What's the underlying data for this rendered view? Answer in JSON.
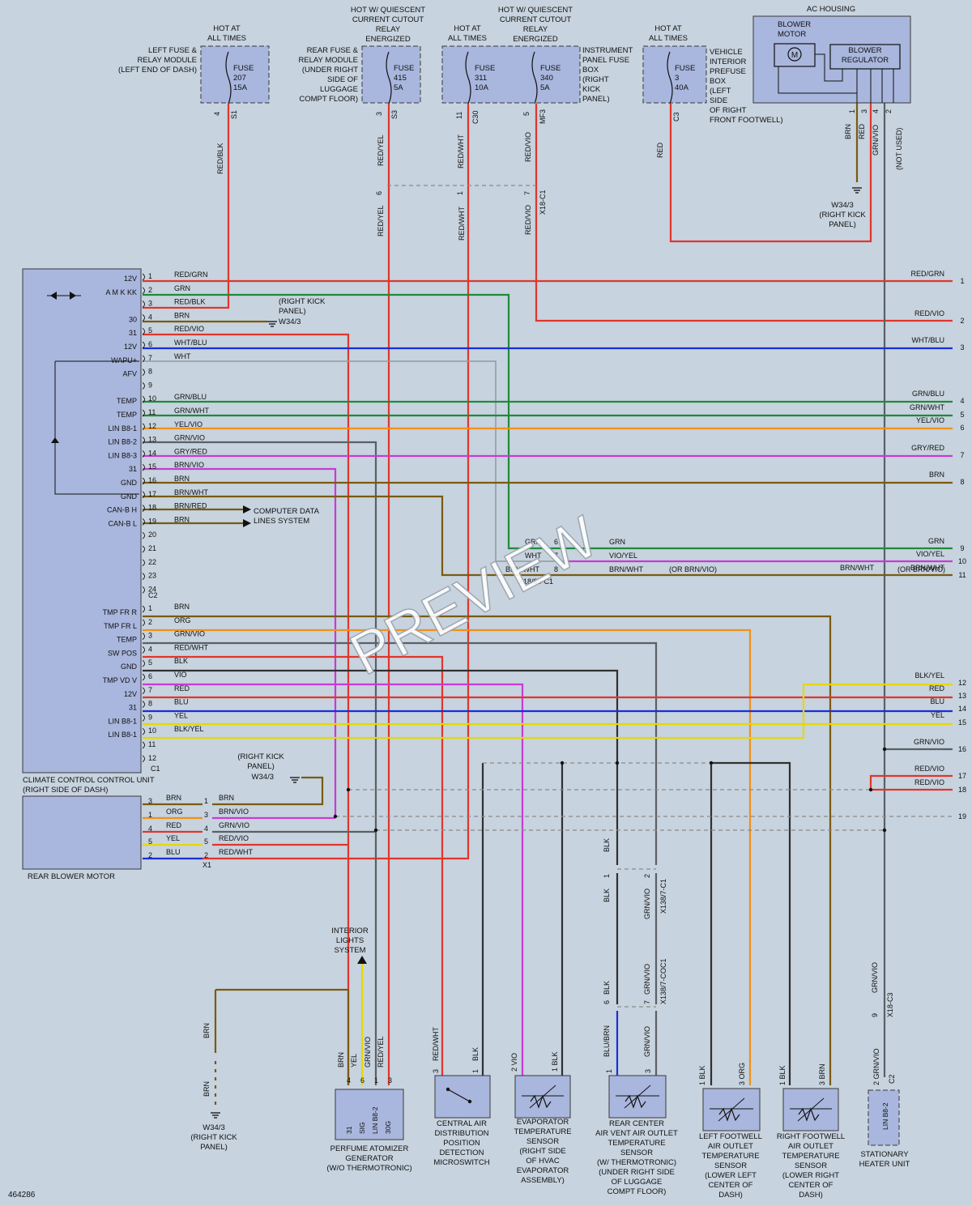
{
  "diagram_id": "464286",
  "watermark": "PREVIEW",
  "colors": {
    "background": "#c7d3de",
    "box_fill": "#a9b6dd",
    "box_stroke": "#3a3a3a",
    "wire_red": "#e0362c",
    "wire_green": "#1f8a3a",
    "wire_brown": "#7a5a12",
    "wire_blue": "#1b2fd6",
    "wire_yellow": "#e6d800",
    "wire_violet": "#c83ad6",
    "wire_orange": "#f0901a",
    "wire_white": "#ffffff",
    "wire_gray": "#8f99a3",
    "wire_black": "#303030",
    "wire_darkgray": "#5a6066"
  },
  "power_sources": [
    {
      "id": "ps1",
      "heading": [
        "HOT AT",
        "ALL TIMES"
      ]
    },
    {
      "id": "ps2",
      "heading": [
        "HOT W/ QUIESCENT",
        "CURRENT CUTOUT",
        "RELAY",
        "ENERGIZED"
      ]
    },
    {
      "id": "ps3",
      "heading": [
        "HOT AT",
        "ALL TIMES"
      ]
    },
    {
      "id": "ps4",
      "heading": [
        "HOT W/ QUIESCENT",
        "CURRENT CUTOUT",
        "RELAY",
        "ENERGIZED"
      ]
    },
    {
      "id": "ps5",
      "heading": [
        "HOT AT",
        "ALL TIMES"
      ]
    }
  ],
  "fuse_boxes": [
    {
      "id": "fb1",
      "desc": [
        "LEFT FUSE &",
        "RELAY MODULE",
        "(LEFT END OF DASH)"
      ],
      "fuses": [
        {
          "name": "FUSE",
          "num": "207",
          "amp": "15A"
        }
      ],
      "pin": "4",
      "conn": "S1",
      "wire": "RED/BLK"
    },
    {
      "id": "fb2",
      "desc": [
        "REAR FUSE &",
        "RELAY MODULE",
        "(UNDER RIGHT",
        "SIDE OF",
        "LUGGAGE",
        "COMPT FLOOR)"
      ],
      "fuses": [
        {
          "name": "FUSE",
          "num": "415",
          "amp": "5A"
        }
      ],
      "pin": "3",
      "conn": "S3",
      "wire": "RED/YEL"
    },
    {
      "id": "fb3",
      "desc": [
        "INSTRUMENT",
        "PANEL FUSE",
        "BOX",
        "(RIGHT",
        "KICK",
        "PANEL)"
      ],
      "fuses": [
        {
          "name": "FUSE",
          "num": "311",
          "amp": "10A",
          "pin": "11",
          "conn": "C30",
          "wire": "RED/WHT"
        },
        {
          "name": "FUSE",
          "num": "340",
          "amp": "5A",
          "pin": "5",
          "conn": "MF3",
          "wire": "RED/VIO"
        }
      ]
    },
    {
      "id": "fb4",
      "desc": [
        "VEHICLE",
        "INTERIOR",
        "PREFUSE",
        "BOX",
        "(LEFT",
        "SIDE",
        "OF RIGHT",
        "FRONT FOOTWELL)"
      ],
      "fuses": [
        {
          "name": "FUSE",
          "num": "3",
          "amp": "40A"
        }
      ],
      "pin": "",
      "conn": "C3",
      "wire": "RED"
    }
  ],
  "mid_connector": {
    "pins": [
      "6",
      "1",
      "7"
    ],
    "conn": "X18-C1",
    "wires": [
      "RED/YEL",
      "RED/WHT",
      "RED/VIO"
    ]
  },
  "ac_housing": {
    "title": "AC HOUSING",
    "blower_motor": [
      "BLOWER",
      "MOTOR"
    ],
    "motor_symbol": "M",
    "blower_regulator": [
      "BLOWER",
      "REGULATOR"
    ],
    "pins": [
      "1",
      "3",
      "4",
      "2"
    ],
    "wires": [
      "BRN",
      "RED",
      "GRN/VIO",
      "(NOT USED)"
    ],
    "ground": [
      "W34/3",
      "(RIGHT KICK",
      "PANEL)"
    ]
  },
  "ccu": {
    "name": [
      "CLIMATE CONTROL CONTROL UNIT",
      "(RIGHT SIDE OF DASH)"
    ],
    "c2_conn": "C2",
    "c1_conn": "C1",
    "c2_pins": [
      {
        "pin": "1",
        "label": "12V",
        "wire": "RED/GRN"
      },
      {
        "pin": "2",
        "label": "A M K KK",
        "wire": "GRN"
      },
      {
        "pin": "3",
        "label": "",
        "wire": "RED/BLK"
      },
      {
        "pin": "4",
        "label": "30",
        "wire": "BRN"
      },
      {
        "pin": "5",
        "label": "31",
        "wire": "RED/VIO"
      },
      {
        "pin": "6",
        "label": "12V",
        "wire": "WHT/BLU"
      },
      {
        "pin": "7",
        "label": "WAPU+",
        "wire": "WHT"
      },
      {
        "pin": "8",
        "label": "AFV",
        "wire": ""
      },
      {
        "pin": "9",
        "label": "",
        "wire": ""
      },
      {
        "pin": "10",
        "label": "TEMP",
        "wire": "GRN/BLU"
      },
      {
        "pin": "11",
        "label": "TEMP",
        "wire": "GRN/WHT"
      },
      {
        "pin": "12",
        "label": "LIN B8-1",
        "wire": "YEL/VIO"
      },
      {
        "pin": "13",
        "label": "LIN B8-2",
        "wire": "GRN/VIO"
      },
      {
        "pin": "14",
        "label": "LIN B8-3",
        "wire": "GRY/RED"
      },
      {
        "pin": "15",
        "label": "31",
        "wire": "BRN/VIO"
      },
      {
        "pin": "16",
        "label": "GND",
        "wire": "BRN"
      },
      {
        "pin": "17",
        "label": "GND",
        "wire": "BRN/WHT"
      },
      {
        "pin": "18",
        "label": "CAN-B H",
        "wire": "BRN/RED"
      },
      {
        "pin": "19",
        "label": "CAN-B L",
        "wire": "BRN"
      },
      {
        "pin": "20",
        "label": "",
        "wire": ""
      },
      {
        "pin": "21",
        "label": "",
        "wire": ""
      },
      {
        "pin": "22",
        "label": "",
        "wire": ""
      },
      {
        "pin": "23",
        "label": "",
        "wire": ""
      },
      {
        "pin": "24",
        "label": "",
        "wire": ""
      }
    ],
    "c1_pins": [
      {
        "pin": "1",
        "label": "TMP FR R",
        "wire": "BRN"
      },
      {
        "pin": "2",
        "label": "TMP FR L",
        "wire": "ORG"
      },
      {
        "pin": "3",
        "label": "TEMP",
        "wire": "GRN/VIO"
      },
      {
        "pin": "4",
        "label": "SW POS",
        "wire": "RED/WHT"
      },
      {
        "pin": "5",
        "label": "GND",
        "wire": "BLK"
      },
      {
        "pin": "6",
        "label": "TMP VD V",
        "wire": "VIO"
      },
      {
        "pin": "7",
        "label": "12V",
        "wire": "RED"
      },
      {
        "pin": "8",
        "label": "31",
        "wire": "BLU"
      },
      {
        "pin": "9",
        "label": "LIN B8-1",
        "wire": "YEL"
      },
      {
        "pin": "10",
        "label": "LIN B8-1",
        "wire": "BLK/YEL"
      },
      {
        "pin": "11",
        "label": "",
        "wire": ""
      },
      {
        "pin": "12",
        "label": "",
        "wire": ""
      }
    ],
    "ground_note": [
      "(RIGHT KICK",
      "PANEL)",
      "W34/3"
    ],
    "can_note": [
      "COMPUTER DATA",
      "LINES SYSTEM"
    ]
  },
  "right_refs": [
    {
      "num": "1",
      "wire": "RED/GRN"
    },
    {
      "num": "2",
      "wire": "RED/VIO"
    },
    {
      "num": "3",
      "wire": "WHT/BLU"
    },
    {
      "num": "4",
      "wire": "GRN/BLU"
    },
    {
      "num": "5",
      "wire": "GRN/WHT"
    },
    {
      "num": "6",
      "wire": "YEL/VIO"
    },
    {
      "num": "7",
      "wire": "GRY/RED"
    },
    {
      "num": "8",
      "wire": "BRN"
    },
    {
      "num": "9",
      "wire": "GRN"
    },
    {
      "num": "10",
      "wire": "VIO/YEL"
    },
    {
      "num": "11",
      "wire": "BRN/WHT"
    },
    {
      "num": "12",
      "wire": "BLK/YEL"
    },
    {
      "num": "13",
      "wire": "RED"
    },
    {
      "num": "14",
      "wire": "BLU"
    },
    {
      "num": "15",
      "wire": "YEL"
    },
    {
      "num": "16",
      "wire": "GRN/VIO"
    },
    {
      "num": "17",
      "wire": "RED/VIO"
    },
    {
      "num": "18",
      "wire": "RED/VIO"
    },
    {
      "num": "19",
      "wire": ""
    }
  ],
  "x1885": {
    "conn": "X18/85-C1",
    "rows": [
      {
        "left": "GRN",
        "pin": "6",
        "right": "GRN"
      },
      {
        "left": "WHT",
        "pin": "7",
        "right": "VIO/YEL"
      },
      {
        "left": "BRN/WHT",
        "pin": "8",
        "right": "BRN/WHT",
        "note": "(OR BRN/VIO)"
      }
    ],
    "far_note": "(OR BRN/VIO)",
    "far_wire": "BRN/WHT"
  },
  "rear_blower": {
    "name": "REAR BLOWER MOTOR",
    "conn": "X1",
    "rows": [
      {
        "lpin": "3",
        "lwire": "BRN",
        "rpin": "1",
        "rwire": "BRN"
      },
      {
        "lpin": "1",
        "lwire": "ORG",
        "rpin": "3",
        "rwire": "BRN/VIO"
      },
      {
        "lpin": "4",
        "lwire": "RED",
        "rpin": "4",
        "rwire": "GRN/VIO"
      },
      {
        "lpin": "5",
        "lwire": "YEL",
        "rpin": "5",
        "rwire": "RED/VIO"
      },
      {
        "lpin": "2",
        "lwire": "BLU",
        "rpin": "2",
        "rwire": "RED/WHT"
      }
    ],
    "ground_note": [
      "(RIGHT KICK",
      "PANEL)",
      "W34/3"
    ]
  },
  "interior_lights": [
    "INTERIOR",
    "LIGHTS",
    "SYSTEM"
  ],
  "bottom_ground": {
    "wire_top": "BRN",
    "wire_bottom": "BRN",
    "label": [
      "W34/3",
      "(RIGHT KICK",
      "PANEL)"
    ]
  },
  "x138_c1": {
    "conn": "X138/7-C1",
    "pins": [
      "1",
      "2"
    ],
    "wires": [
      "BLK",
      "GRN/VIO"
    ]
  },
  "x138_coc1": {
    "conn": "X138/7-COC1",
    "pins": [
      "6",
      "7"
    ],
    "wires": [
      "BLK",
      "GRN/VIO"
    ]
  },
  "x18_c3": {
    "conn": "X18-C3",
    "pin": "9",
    "wire": "GRN/VIO"
  },
  "components": [
    {
      "id": "perfume",
      "name": [
        "PERFUME ATOMIZER",
        "GENERATOR",
        "(W/O THERMOTRONIC)"
      ],
      "pins": [
        "31",
        "SIG",
        "LIN B8-2",
        "30G"
      ],
      "pin_nums": [
        "4",
        "6",
        "1",
        "3"
      ],
      "wires": [
        "BRN",
        "YEL",
        "GRN/VIO",
        "RED/YEL"
      ]
    },
    {
      "id": "central",
      "name": [
        "CENTRAL AIR",
        "DISTRIBUTION",
        "POSITION",
        "DETECTION",
        "MICROSWITCH"
      ],
      "pin_nums": [
        "3",
        "1"
      ],
      "wires": [
        "RED/WHT",
        "BLK"
      ]
    },
    {
      "id": "evap",
      "name": [
        "EVAPORATOR",
        "TEMPERATURE",
        "SENSOR",
        "(RIGHT SIDE",
        "OF HVAC",
        "EVAPORATOR",
        "ASSEMBLY)"
      ],
      "pin_nums": [
        "2",
        "1"
      ],
      "wires": [
        "VIO",
        "BLK"
      ]
    },
    {
      "id": "rearcenter",
      "name": [
        "REAR CENTER",
        "AIR VENT AIR OUTLET",
        "TEMPERATURE",
        "SENSOR",
        "(W/ THERMOTRONIC)",
        "(UNDER RIGHT SIDE",
        "OF LUGGAGE",
        "COMPT FLOOR)"
      ],
      "pin_nums": [
        "1",
        "3"
      ],
      "wires": [
        "BLU/BRN",
        "GRN/VIO"
      ]
    },
    {
      "id": "leftfoot",
      "name": [
        "LEFT FOOTWELL",
        "AIR OUTLET",
        "TEMPERATURE",
        "SENSOR",
        "(LOWER LEFT",
        "CENTER OF",
        "DASH)"
      ],
      "pin_nums": [
        "1",
        "3"
      ],
      "wires": [
        "BLK",
        "ORG"
      ]
    },
    {
      "id": "rightfoot",
      "name": [
        "RIGHT FOOTWELL",
        "AIR OUTLET",
        "TEMPERATURE",
        "SENSOR",
        "(LOWER RIGHT",
        "CENTER OF",
        "DASH)"
      ],
      "pin_nums": [
        "1",
        "3"
      ],
      "wires": [
        "BLK",
        "BRN"
      ]
    },
    {
      "id": "stationary",
      "name": [
        "STATIONARY",
        "HEATER UNIT"
      ],
      "pins": [
        "LIN B8-2"
      ],
      "pin_nums": [
        "2"
      ],
      "conn": "C2",
      "wires": [
        "GRN/VIO"
      ]
    }
  ]
}
